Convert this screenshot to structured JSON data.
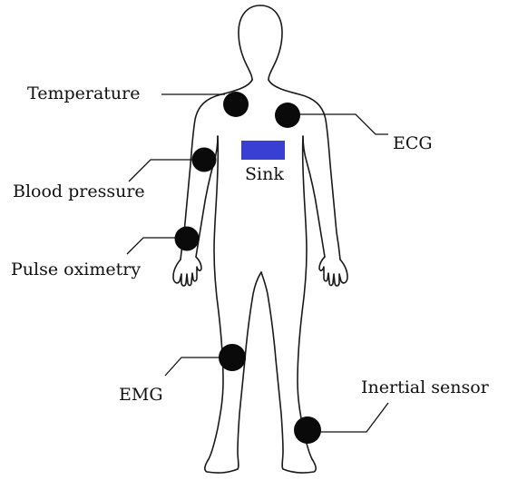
{
  "diagram": {
    "colors": {
      "sensor": "#0a0a0a",
      "sink": "#3a3fd4",
      "outline": "#1a1a1a",
      "leader": "#111111"
    },
    "sink": {
      "label": "Sink"
    },
    "sensors": [
      {
        "id": "temperature",
        "label": "Temperature"
      },
      {
        "id": "ecg",
        "label": "ECG"
      },
      {
        "id": "blood-pressure",
        "label": "Blood pressure"
      },
      {
        "id": "pulse-oximetry",
        "label": "Pulse oximetry"
      },
      {
        "id": "emg",
        "label": "EMG"
      },
      {
        "id": "inertial-sensor",
        "label": "Inertial sensor"
      }
    ]
  }
}
